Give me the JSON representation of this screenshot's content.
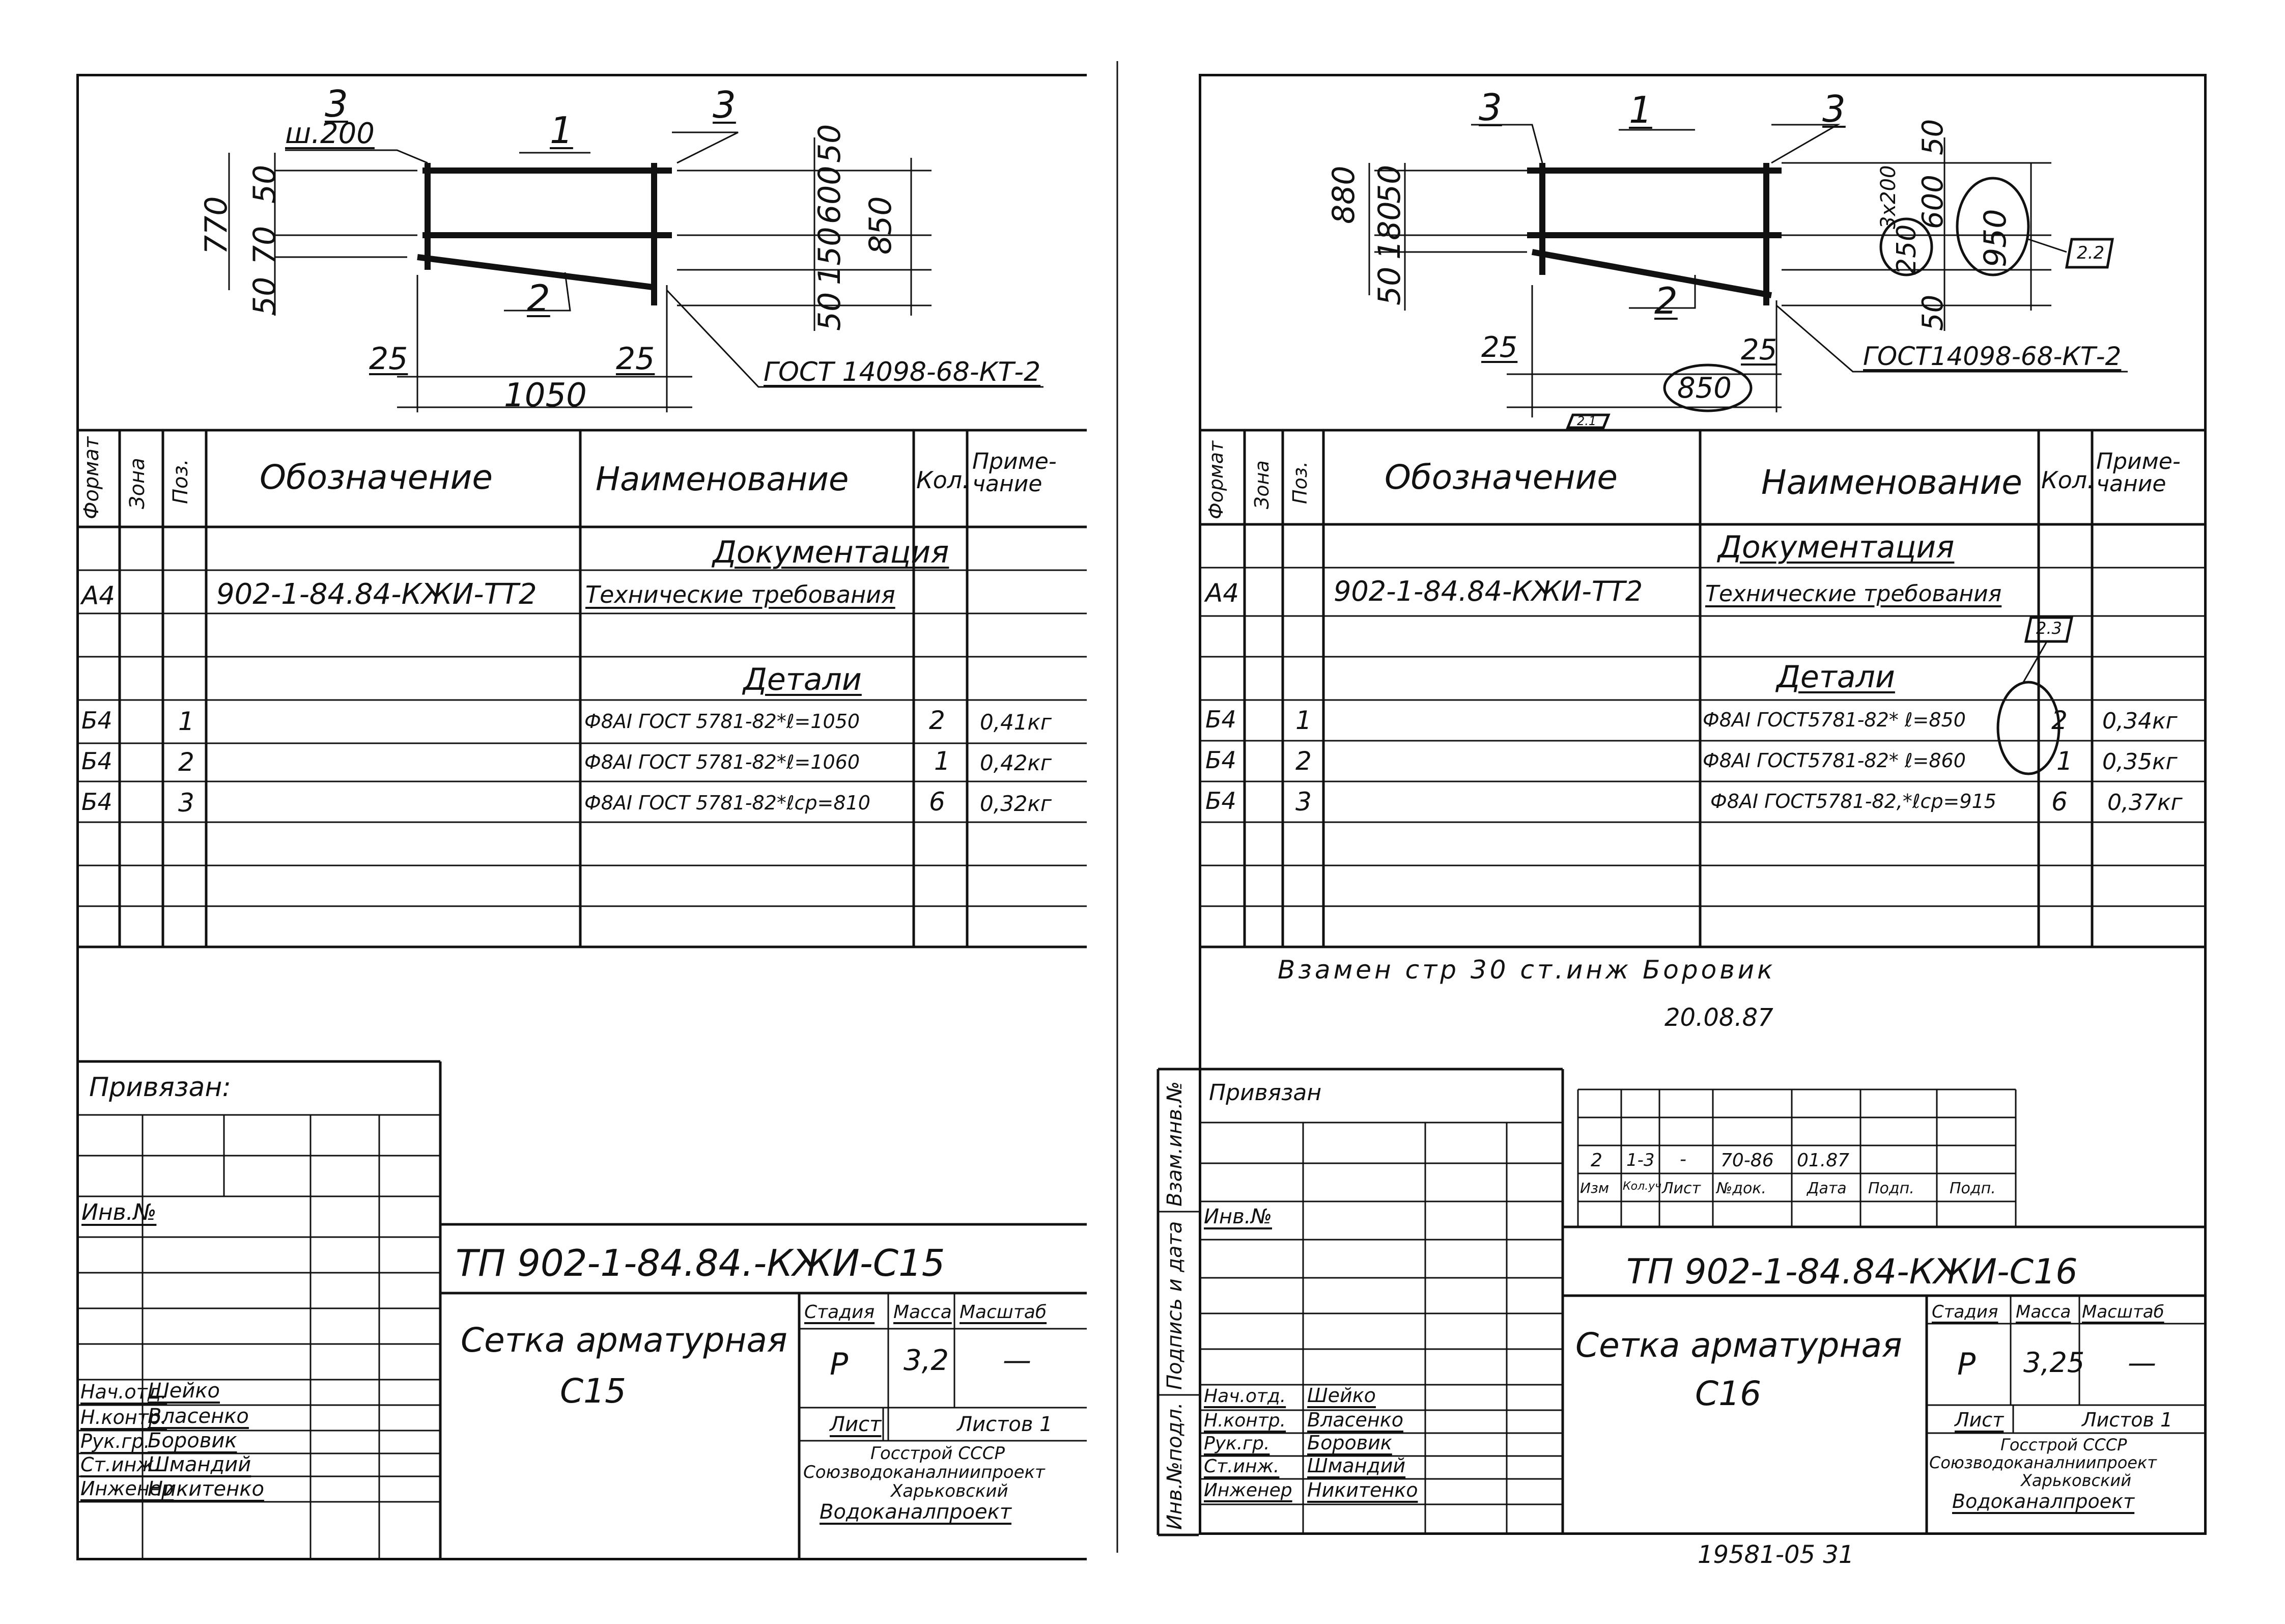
{
  "sheets": [
    {
      "drawing": {
        "marks": [
          "3",
          "1",
          "3",
          "2"
        ],
        "spacing": "ш.200",
        "dims_left": [
          "770",
          "50",
          "70",
          "50"
        ],
        "dims_right": [
          "50",
          "600",
          "150",
          "50",
          "850"
        ],
        "dims_bottom": [
          "25",
          "25",
          "1050"
        ],
        "gost": "ГОСТ 14098-68-КТ-2"
      },
      "spec": {
        "headers": [
          "Формат",
          "Зона",
          "Поз.",
          "Обозначение",
          "Наименование",
          "Кол.",
          "Приме-чание"
        ],
        "section_doc": "Документация",
        "doc_row": [
          "А4",
          "",
          "",
          "902-1-84.84-КЖИ-ТТ2",
          "Технические требования",
          "",
          ""
        ],
        "section_parts": "Детали",
        "rows": [
          [
            "Б4",
            "",
            "1",
            "",
            "Ф8АI ГОСТ 5781-82*ℓ=1050",
            "2",
            "0,41кг"
          ],
          [
            "Б4",
            "",
            "2",
            "",
            "Ф8АI ГОСТ 5781-82*ℓ=1060",
            "1",
            "0,42кг"
          ],
          [
            "Б4",
            "",
            "3",
            "",
            "Ф8АI ГОСТ 5781-82*ℓср=810",
            "6",
            "0,32кг"
          ]
        ]
      },
      "note": "",
      "note_date": "",
      "bound": "Привязан:",
      "inv": "Инв.№",
      "code": "ТП 902-1-84.84.-КЖИ-С15",
      "title": "Сетка арматурная",
      "title2": "С15",
      "stage_label": "Стадия",
      "mass_label": "Масса",
      "scale_label": "Масштаб",
      "stage": "Р",
      "mass": "3,2",
      "scale": "—",
      "sheet_label": "Лист",
      "sheets_label": "Листов 1",
      "org": [
        "Госстрой СССР",
        "Союзводоканалниипроект",
        "Харьковский",
        "Водоканалпроект"
      ],
      "people": [
        [
          "Нач.отд.",
          "Шейко"
        ],
        [
          "Н.контр.",
          "Власенко"
        ],
        [
          "Рук.гр.",
          "Боровик"
        ],
        [
          "Ст.инж.",
          "Шмандий"
        ],
        [
          "Инженер",
          "Никитенко"
        ]
      ]
    },
    {
      "drawing": {
        "marks": [
          "3",
          "1",
          "3",
          "2"
        ],
        "dims_left": [
          "880",
          "50",
          "180",
          "50"
        ],
        "dims_right": [
          "50",
          "3х200",
          "600",
          "250",
          "50",
          "950"
        ],
        "dims_bottom": [
          "25",
          "25",
          "850"
        ],
        "rev_marks": [
          "2.2",
          "2.1"
        ],
        "gost": "ГОСТ14098-68-КТ-2"
      },
      "spec": {
        "headers": [
          "Формат",
          "Зона",
          "Поз.",
          "Обозначение",
          "Наименование",
          "Кол.",
          "Приме-чание"
        ],
        "section_doc": "Документация",
        "doc_row": [
          "А4",
          "",
          "",
          "902-1-84.84-КЖИ-ТТ2",
          "Технические требования",
          "",
          ""
        ],
        "rev_mark": "2.3",
        "section_parts": "Детали",
        "rows": [
          [
            "Б4",
            "",
            "1",
            "",
            "Ф8АI ГОСТ5781-82* ℓ=850",
            "2",
            "0,34кг"
          ],
          [
            "Б4",
            "",
            "2",
            "",
            "Ф8АI ГОСТ5781-82* ℓ=860",
            "1",
            "0,35кг"
          ],
          [
            "Б4",
            "",
            "3",
            "",
            "Ф8АI ГОСТ5781-82,*ℓср=915",
            "6",
            "0,37кг"
          ]
        ]
      },
      "note": "Взамен стр 30   ст.инж  Боровик",
      "note_date": "20.08.87",
      "change_row": [
        "2",
        "1-3",
        "-",
        "70-86",
        "01.87",
        "",
        ""
      ],
      "change_headers": [
        "Изм",
        "Кол.уч",
        "Лист",
        "№док.",
        "Дата",
        "Подп.",
        "Подп."
      ],
      "side_labels": [
        "Инв.№подл.",
        "Подпись и дата",
        "Взам.инв.№"
      ],
      "bound": "Привязан",
      "inv": "Инв.№",
      "code": "ТП 902-1-84.84-КЖИ-С16",
      "title": "Сетка арматурная",
      "title2": "С16",
      "stage_label": "Стадия",
      "mass_label": "Масса",
      "scale_label": "Масштаб",
      "stage": "Р",
      "mass": "3,25",
      "scale": "—",
      "sheet_label": "Лист",
      "sheets_label": "Листов 1",
      "org": [
        "Госстрой СССР",
        "Союзводоканалниипроект",
        "Харьковский",
        "Водоканалпроект"
      ],
      "people": [
        [
          "Нач.отд.",
          "Шейко"
        ],
        [
          "Н.контр.",
          "Власенко"
        ],
        [
          "Рук.гр.",
          "Боровик"
        ],
        [
          "Ст.инж.",
          "Шмандий"
        ],
        [
          "Инженер",
          "Никитенко"
        ]
      ],
      "footer": "19581-05  31"
    }
  ]
}
